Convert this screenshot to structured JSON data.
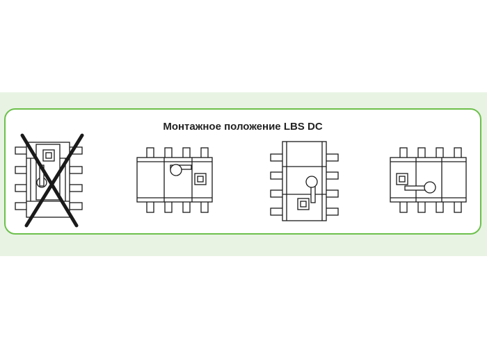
{
  "panel": {
    "title": "Монтажное положение LBS DC"
  },
  "figures": [
    {
      "name": "vertical-handle-down",
      "allowed": false
    },
    {
      "name": "horizontal-handle-up",
      "allowed": true
    },
    {
      "name": "vertical-handle-right",
      "allowed": true
    },
    {
      "name": "horizontal-handle-left",
      "allowed": true
    }
  ],
  "colors": {
    "band": "#e8f3e4",
    "panel_border": "#6cc04a",
    "line": "#1a1a1a"
  }
}
